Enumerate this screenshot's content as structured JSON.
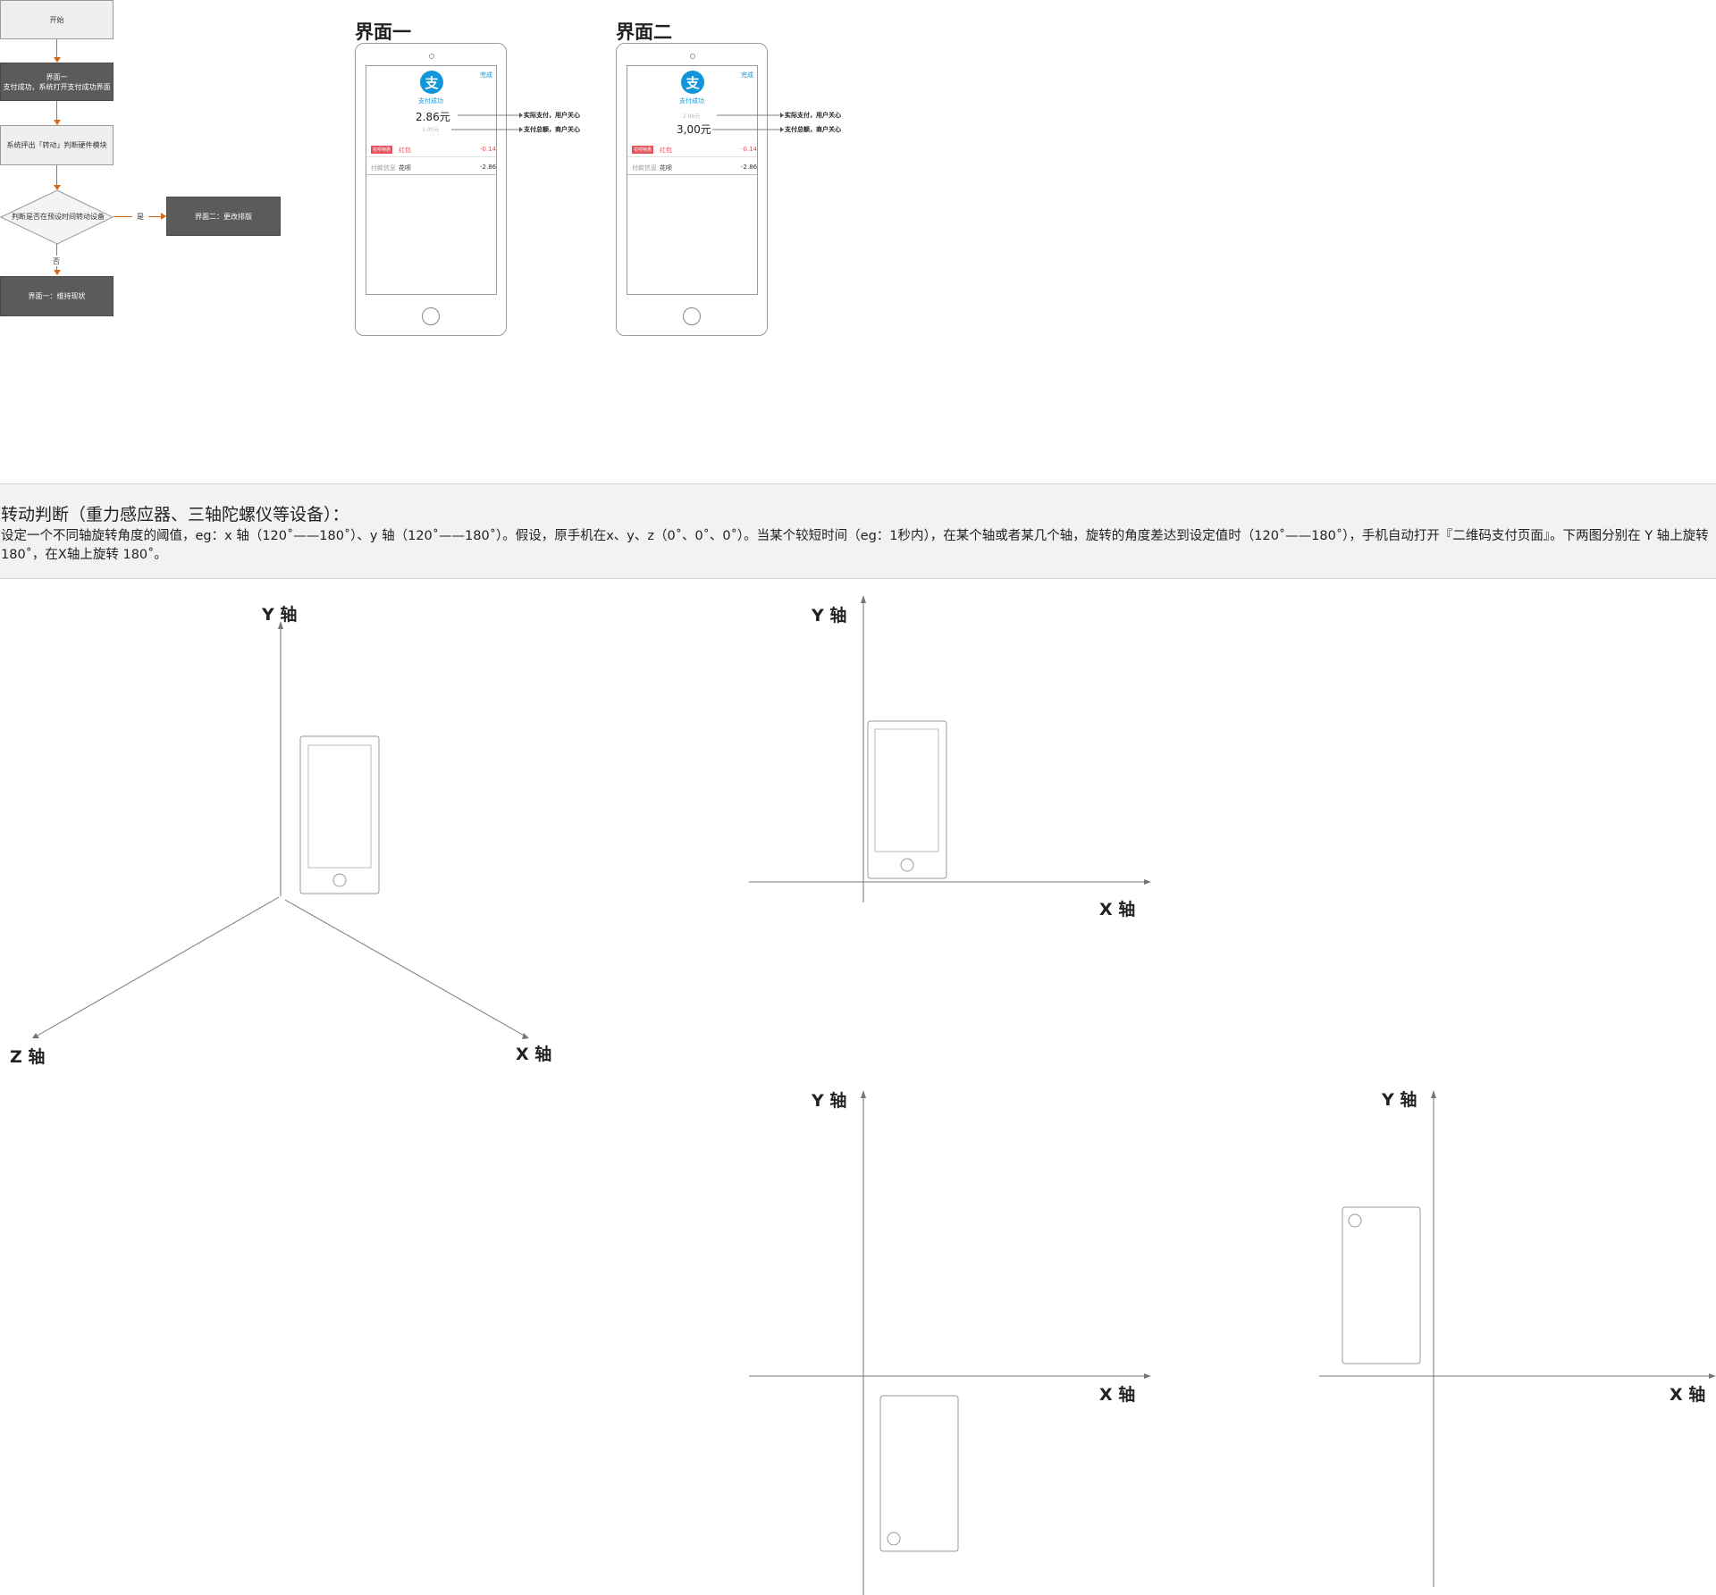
{
  "flowchart": {
    "start": "开始",
    "step1": [
      "界面一",
      "支付成功，系统打开支付成功界面"
    ],
    "step2": "系统抨出「转动」判断硬件模块",
    "decision": "判断是否在预设时间转动设备",
    "yes_label": "是",
    "no_label": "否",
    "yes_result": "界面二：更改排版",
    "no_result": "界面一：维持现状"
  },
  "screens": [
    {
      "title": "界面一",
      "done": "完成",
      "logo": "支",
      "status": "支付成功",
      "amount_primary": "2.86元",
      "amount_secondary": "3.00元",
      "row1_tag": "花呗特惠",
      "row1_label": "红包",
      "row1_value": "-0.14",
      "row2_label": "付款信息",
      "row2_method": "花呗",
      "row2_value": "-2.86",
      "annotation1": "实际支付，用户关心",
      "annotation2": "支付总额，商户关心"
    },
    {
      "title": "界面二",
      "done": "完成",
      "logo": "支",
      "status": "支付成功",
      "amount_secondary": "2.86元",
      "amount_primary": "3,00元",
      "row1_tag": "花呗特惠",
      "row1_label": "红包",
      "row1_value": "-0.14",
      "row2_label": "付款信息",
      "row2_method": "花呗",
      "row2_value": "-2.86",
      "annotation1": "实际支付，用户关心",
      "annotation2": "支付总额，商户关心"
    }
  ],
  "banner": {
    "title": "转动判断（重力感应器、三轴陀螺仪等设备）：",
    "body": "设定一个不同轴旋转角度的阈值，eg：x 轴（120˚——180˚）、y 轴（120˚——180˚）。假设，原手机在x、y、z（0˚、0˚、0˚）。当某个较短时间（eg：1秒内），在某个轴或者某几个轴，旋转的角度差达到设定值时（120˚——180˚），手机自动打开『二维码支付页面』。下两图分别在 Y 轴上旋转 180˚，在X轴上旋转 180˚。"
  },
  "axes": {
    "y": "Y 轴",
    "x": "X 轴",
    "z": "Z 轴"
  },
  "colors": {
    "flow_arrow": "#d4691a",
    "flow_dark": "#5b5b5b",
    "flow_light": "#efefef",
    "alipay_blue": "#1296db",
    "red_tag": "#e8505b",
    "banner_bg": "#f2f2f2"
  }
}
